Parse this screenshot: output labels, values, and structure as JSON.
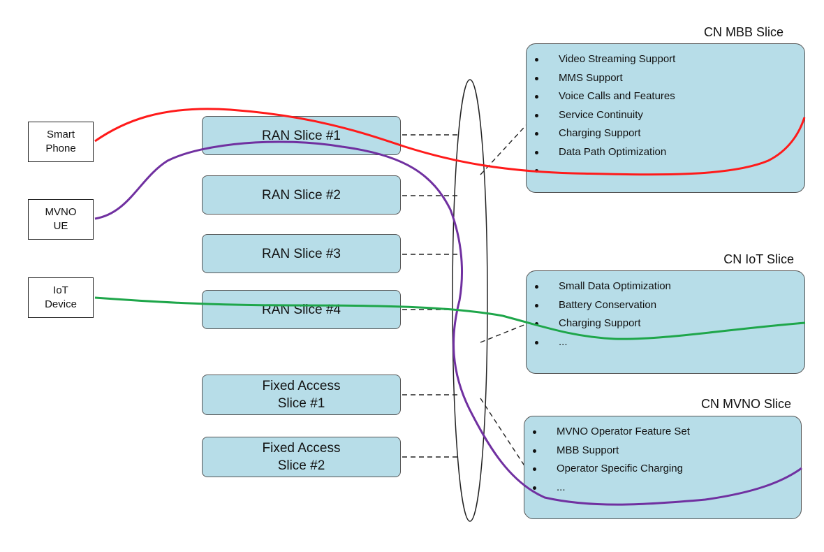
{
  "devices": {
    "smartphone": [
      "Smart",
      "Phone"
    ],
    "mvno_ue": [
      "MVNO",
      "UE"
    ],
    "iot_device": [
      "IoT",
      "Device"
    ]
  },
  "ran_slices": [
    "RAN Slice #1",
    "RAN Slice #2",
    "RAN Slice #3",
    "RAN Slice #4"
  ],
  "fixed_slices": [
    [
      "Fixed Access",
      "Slice #1"
    ],
    [
      "Fixed Access",
      "Slice #2"
    ]
  ],
  "cn_slices": {
    "mbb": {
      "title": "CN MBB Slice",
      "items": [
        "Video Streaming Support",
        "MMS Support",
        "Voice Calls and Features",
        "Service Continuity",
        "Charging Support",
        "Data Path Optimization",
        "..."
      ]
    },
    "iot": {
      "title": "CN IoT Slice",
      "items": [
        "Small Data Optimization",
        "Battery Conservation",
        "Charging Support",
        "..."
      ]
    },
    "mvno": {
      "title": "CN MVNO Slice",
      "items": [
        "MVNO Operator Feature Set",
        "MBB Support",
        "Operator Specific Charging",
        "..."
      ]
    }
  },
  "colors": {
    "slice_fill": "#b7dde8",
    "smartphone_path": "#ff1a1a",
    "mvno_path": "#7030a0",
    "iot_path": "#1ea64a"
  }
}
